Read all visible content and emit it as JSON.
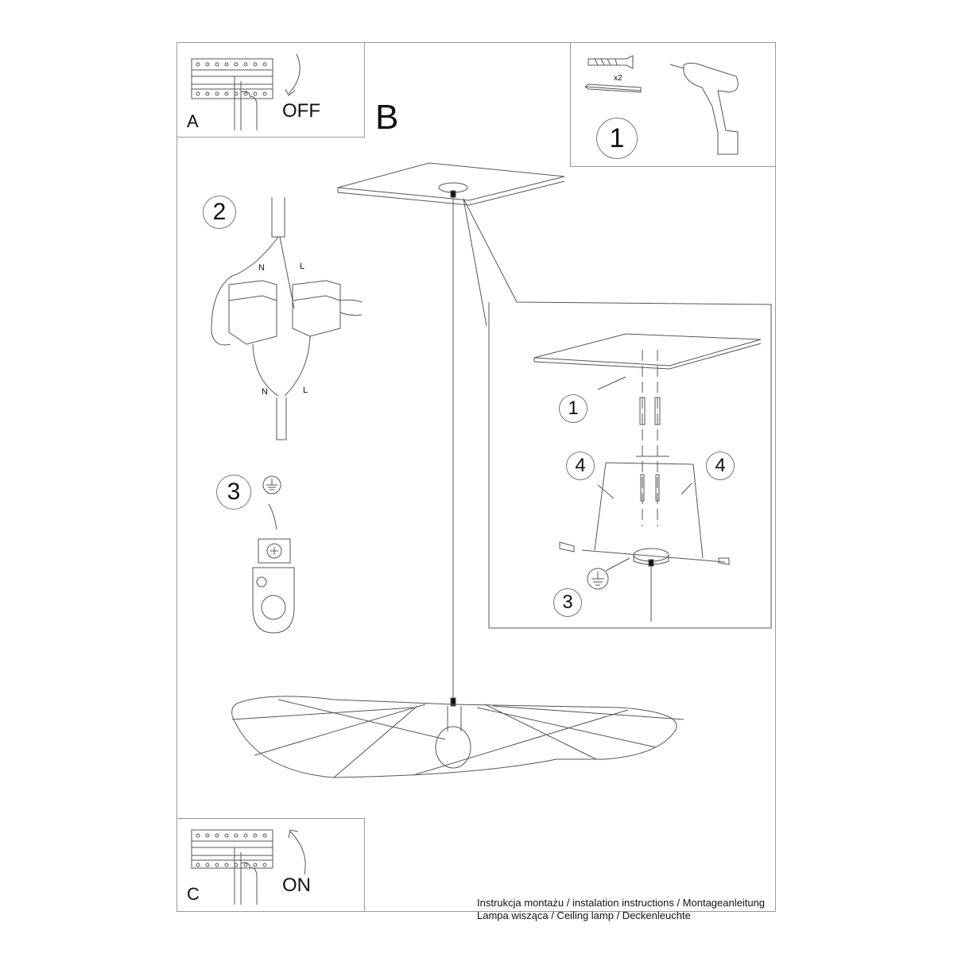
{
  "panels": {
    "a": {
      "letter": "A",
      "action": "OFF"
    },
    "b": {
      "letter": "B"
    },
    "c": {
      "letter": "C",
      "action": "ON"
    }
  },
  "tools": {
    "step_number": "1",
    "quantity": "x2",
    "items": [
      "wall-plug",
      "screw",
      "cordless-drill"
    ]
  },
  "wiring": {
    "step_number": "2",
    "terminal_labels": {
      "neutral_top": "N",
      "live_top": "L",
      "neutral_bottom": "N",
      "live_bottom": "L"
    }
  },
  "ground": {
    "step_number": "3"
  },
  "detail": {
    "callouts": [
      "1",
      "4",
      "4",
      "3"
    ]
  },
  "footer": {
    "line1": "Instrukcja montażu / instalation instructions / Montageanleitung",
    "line2": "Lampa wisząca / Ceiling lamp / Deckenleuchte"
  },
  "colors": {
    "line": "#555555",
    "border": "#9a9a9a",
    "text": "#111111"
  }
}
